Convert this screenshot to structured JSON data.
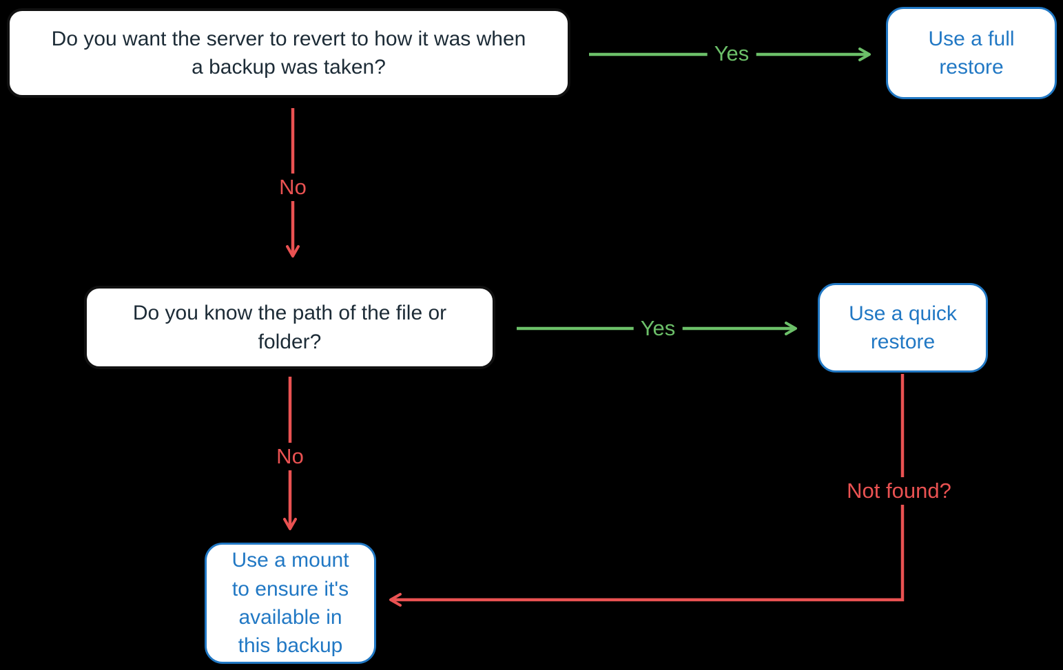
{
  "nodes": {
    "q1": {
      "label": "Do you want the server to revert to how it was when a backup was taken?"
    },
    "full_restore": {
      "label": "Use a full restore"
    },
    "q2": {
      "label": "Do you know the path of the file or folder?"
    },
    "quick_restore": {
      "label": "Use a quick restore"
    },
    "mount": {
      "label": "Use a mount to ensure it's available in this backup"
    }
  },
  "edge_labels": {
    "q1_yes": "Yes",
    "q1_no": "No",
    "q2_yes": "Yes",
    "q2_no": "No",
    "quick_not_found": "Not found?"
  },
  "colors": {
    "background": "#000000",
    "box_fill": "#ffffff",
    "decision_border": "#111111",
    "decision_text": "#1c2b36",
    "result_border": "#2178c4",
    "result_text": "#2178c4",
    "yes_arrow": "#6cc069",
    "no_arrow": "#ea5252"
  }
}
